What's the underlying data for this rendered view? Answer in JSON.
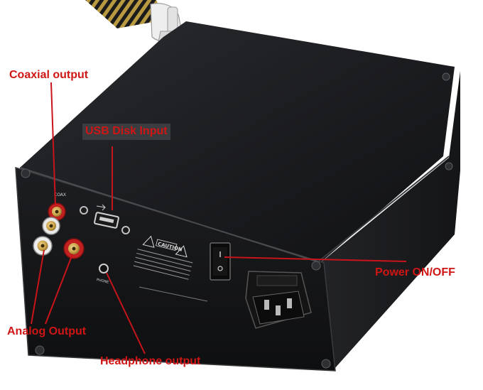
{
  "callouts": {
    "coaxial": "Coaxial output",
    "usb": "USB Disk Input",
    "power": "Power ON/OFF",
    "analog": "Analog Output",
    "headphone": "Headphone output"
  },
  "panel_labels": {
    "coax": "COAX",
    "phone": "PHONE",
    "caution": "CAUTION"
  },
  "colors": {
    "callout_text": "#d01515",
    "callout_line": "#c8141a",
    "chassis": "#17181a",
    "rca_gold": "#c9a24a",
    "rca_red": "#c22020"
  },
  "icons": [
    "usb-icon",
    "power-switch-icon",
    "iec-inlet-icon",
    "caution-icon"
  ]
}
